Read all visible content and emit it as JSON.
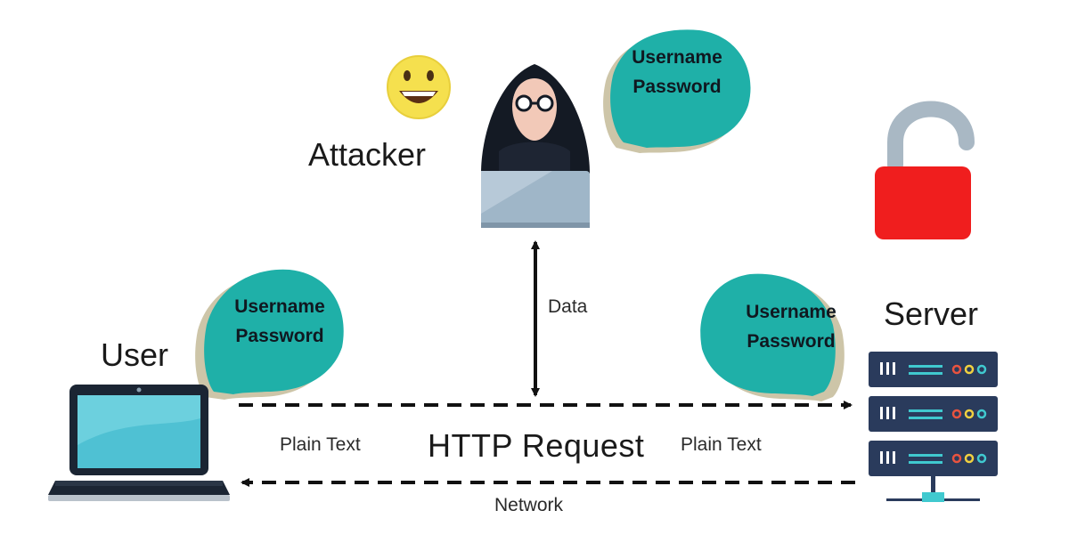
{
  "labels": {
    "attacker": "Attacker",
    "user": "User",
    "server": "Server",
    "http_request": "HTTP Request",
    "plain_text_left": "Plain  Text",
    "plain_text_right": "Plain Text",
    "data": "Data",
    "network": "Network"
  },
  "bubbles": {
    "attacker": {
      "line1": "Username",
      "line2": "Password"
    },
    "user": {
      "line1": "Username",
      "line2": "Password"
    },
    "server": {
      "line1": "Username",
      "line2": "Password"
    }
  },
  "colors": {
    "bubble_fill": "#1fb0a8",
    "bubble_shadow": "#cdc5a8",
    "lock_body": "#f01e1e",
    "lock_shackle": "#a9b8c4",
    "server_rack": "#2a3b5c",
    "laptop_screen": "#4fc1d3",
    "laptop_frame": "#1b2533",
    "attacker_hood": "#141a24",
    "attacker_laptop": "#9fb6c8",
    "smiley": "#f5e04e",
    "arrow": "#111111"
  },
  "icons": [
    "smiley-icon",
    "attacker-icon",
    "lock-icon",
    "laptop-icon",
    "server-icon"
  ]
}
